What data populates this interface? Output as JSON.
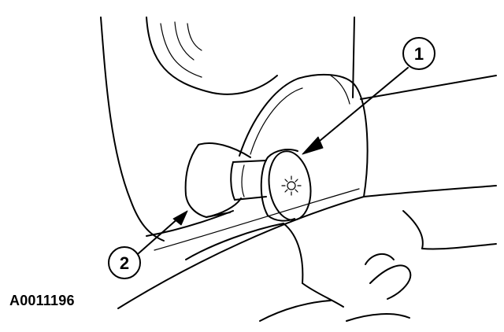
{
  "figure": {
    "id_label": "A0011196",
    "callouts": [
      {
        "number": "1"
      },
      {
        "number": "2"
      }
    ]
  },
  "colors": {
    "line": "#000000",
    "background": "#ffffff"
  }
}
